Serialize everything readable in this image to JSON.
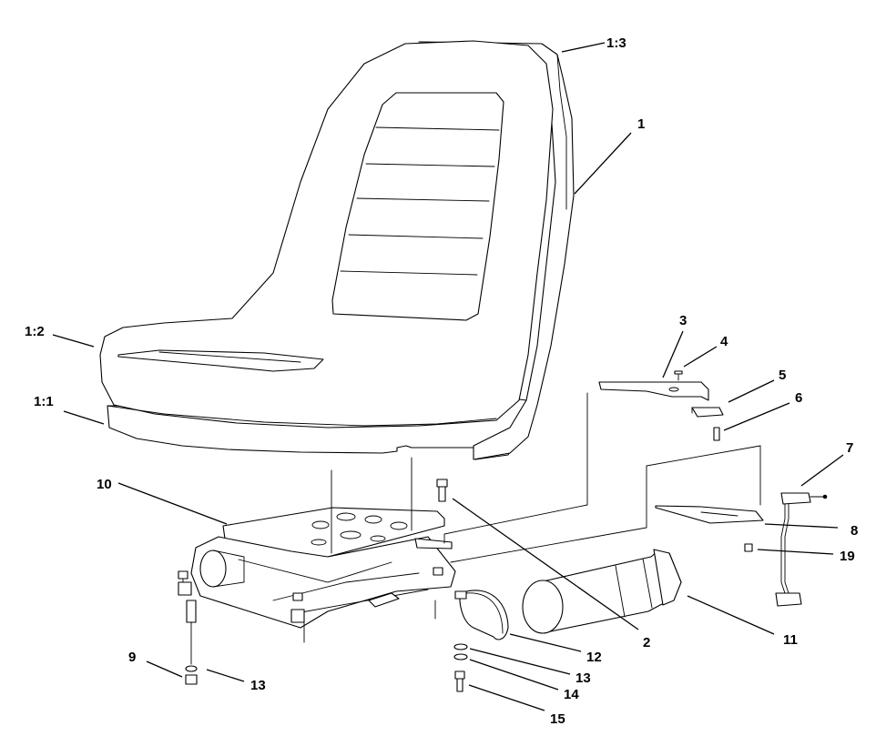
{
  "diagram": {
    "callouts": [
      {
        "id": "c-1-3",
        "label": "1:3"
      },
      {
        "id": "c-1",
        "label": "1"
      },
      {
        "id": "c-1-2",
        "label": "1:2"
      },
      {
        "id": "c-1-1",
        "label": "1:1"
      },
      {
        "id": "c-3",
        "label": "3"
      },
      {
        "id": "c-4",
        "label": "4"
      },
      {
        "id": "c-5",
        "label": "5"
      },
      {
        "id": "c-6",
        "label": "6"
      },
      {
        "id": "c-7",
        "label": "7"
      },
      {
        "id": "c-8",
        "label": "8"
      },
      {
        "id": "c-19",
        "label": "19"
      },
      {
        "id": "c-10",
        "label": "10"
      },
      {
        "id": "c-2",
        "label": "2"
      },
      {
        "id": "c-11",
        "label": "11"
      },
      {
        "id": "c-12",
        "label": "12"
      },
      {
        "id": "c-13a",
        "label": "13"
      },
      {
        "id": "c-14",
        "label": "14"
      },
      {
        "id": "c-15",
        "label": "15"
      },
      {
        "id": "c-9",
        "label": "9"
      },
      {
        "id": "c-13b",
        "label": "13"
      }
    ]
  }
}
